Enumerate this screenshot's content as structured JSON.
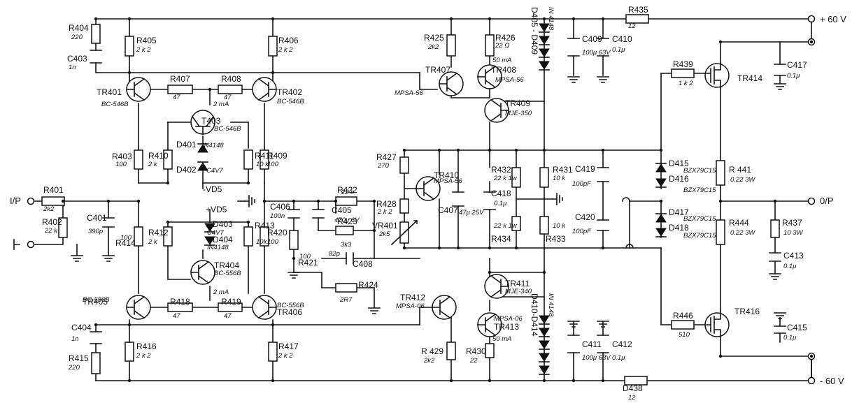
{
  "rails": {
    "pos": "+ 60 V",
    "neg": "- 60 V"
  },
  "io": {
    "input": "I/P",
    "output": "0/P"
  },
  "supply_labels": {
    "vd5_neg": "-VD5",
    "vd5_pos": "+VD5"
  },
  "currents": {
    "c1": "2 mA",
    "c2": "2 mA",
    "c3": "50 mA",
    "c4": "50 mA"
  },
  "resistors": [
    {
      "id": "R401",
      "ref": "R401",
      "val": "2k2"
    },
    {
      "id": "R402",
      "ref": "R402",
      "val": "22 k"
    },
    {
      "id": "R403",
      "ref": "R403",
      "val": "100"
    },
    {
      "id": "R404",
      "ref": "R404",
      "val": "220"
    },
    {
      "id": "R405",
      "ref": "R405",
      "val": "2 k 2"
    },
    {
      "id": "R406",
      "ref": "R406",
      "val": "2 k 2"
    },
    {
      "id": "R407",
      "ref": "R407",
      "val": "47"
    },
    {
      "id": "R408",
      "ref": "R408",
      "val": "47"
    },
    {
      "id": "R409",
      "ref": "R409",
      "val": "100"
    },
    {
      "id": "R410",
      "ref": "R410",
      "val": "2 k"
    },
    {
      "id": "R411",
      "ref": "R411",
      "val": "10 k"
    },
    {
      "id": "R412",
      "ref": "R412",
      "val": "2 k"
    },
    {
      "id": "R413",
      "ref": "R413",
      "val": "10k"
    },
    {
      "id": "R414",
      "ref": "R414",
      "val": "100"
    },
    {
      "id": "R415",
      "ref": "R415",
      "val": "220"
    },
    {
      "id": "R416",
      "ref": "R416",
      "val": "2 k 2"
    },
    {
      "id": "R417",
      "ref": "R417",
      "val": "2 k 2"
    },
    {
      "id": "R418",
      "ref": "R418",
      "val": "47"
    },
    {
      "id": "R419",
      "ref": "R419",
      "val": "47"
    },
    {
      "id": "R420",
      "ref": "R420",
      "val": "100"
    },
    {
      "id": "R421",
      "ref": "R421",
      "val": "100"
    },
    {
      "id": "R422",
      "ref": "R422",
      "val": "22 k"
    },
    {
      "id": "R423",
      "ref": "R423",
      "val": "3k3"
    },
    {
      "id": "R424",
      "ref": "R424",
      "val": "2R7"
    },
    {
      "id": "R425",
      "ref": "R425",
      "val": "2k2"
    },
    {
      "id": "R426",
      "ref": "R426",
      "val": "22 Ω"
    },
    {
      "id": "R427",
      "ref": "R427",
      "val": "270"
    },
    {
      "id": "R428",
      "ref": "R428",
      "val": "2 k 2"
    },
    {
      "id": "R429",
      "ref": "R 429",
      "val": "2k2"
    },
    {
      "id": "R430",
      "ref": "R430",
      "val": "22"
    },
    {
      "id": "R431",
      "ref": "R431",
      "val": "10 k"
    },
    {
      "id": "R432",
      "ref": "R432",
      "val": "22 k 1w"
    },
    {
      "id": "R433",
      "ref": "R433",
      "val": "10 k"
    },
    {
      "id": "R434",
      "ref": "R434",
      "val": "22 k 1w"
    },
    {
      "id": "R435",
      "ref": "R435",
      "val": "12"
    },
    {
      "id": "R437",
      "ref": "R437",
      "val": "10 3W"
    },
    {
      "id": "R439",
      "ref": "R439",
      "val": "1 k 2"
    },
    {
      "id": "R441",
      "ref": "R 441",
      "val": "0.22 3W"
    },
    {
      "id": "R444",
      "ref": "R444",
      "val": "0.22 3W"
    },
    {
      "id": "R446",
      "ref": "R446",
      "val": "510"
    },
    {
      "id": "D438",
      "ref": "D438",
      "val": "12"
    }
  ],
  "capacitors": [
    {
      "id": "C401",
      "ref": "C401",
      "val": "390p"
    },
    {
      "id": "C403",
      "ref": "C403",
      "val": "1n"
    },
    {
      "id": "C404",
      "ref": "C404",
      "val": "1n"
    },
    {
      "id": "C405",
      "ref": "C405",
      "val": "470μ 6V"
    },
    {
      "id": "C406",
      "ref": "C406",
      "val": "100n"
    },
    {
      "id": "C407",
      "ref": "C407",
      "val": "47μ 25V"
    },
    {
      "id": "C408",
      "ref": "C408",
      "val": "82p"
    },
    {
      "id": "C409",
      "ref": "C409",
      "val": "100μ 63V"
    },
    {
      "id": "C410",
      "ref": "C410",
      "val": "0.1μ"
    },
    {
      "id": "C411",
      "ref": "C411",
      "val": "100μ 63V"
    },
    {
      "id": "C412",
      "ref": "C412",
      "val": "0.1μ"
    },
    {
      "id": "C413",
      "ref": "C413",
      "val": "0.1μ"
    },
    {
      "id": "C415",
      "ref": "C415",
      "val": "0.1μ"
    },
    {
      "id": "C417",
      "ref": "C417",
      "val": "0.1μ"
    },
    {
      "id": "C418",
      "ref": "C418",
      "val": "0.1μ"
    },
    {
      "id": "C419",
      "ref": "C419",
      "val": "100pF"
    },
    {
      "id": "C420",
      "ref": "C420",
      "val": "100pF"
    }
  ],
  "transistors": [
    {
      "id": "TR401",
      "ref": "TR401",
      "val": "BC-546B"
    },
    {
      "id": "TR402",
      "ref": "TR402",
      "val": "BC-546B"
    },
    {
      "id": "TR403",
      "ref": "T403",
      "val": "BC-546B"
    },
    {
      "id": "TR404",
      "ref": "TR404",
      "val": "BC-556B"
    },
    {
      "id": "TR405",
      "ref": "TR405",
      "val": "BC-556B"
    },
    {
      "id": "TR406",
      "ref": "TR406",
      "val": "BC-556B"
    },
    {
      "id": "TR407",
      "ref": "TR407",
      "val": "MPSA-56"
    },
    {
      "id": "TR408",
      "ref": "TR408",
      "val": "MPSA-56"
    },
    {
      "id": "TR409",
      "ref": "TR409",
      "val": "MJE-350"
    },
    {
      "id": "TR410",
      "ref": "TR410",
      "val": "MPSA-56"
    },
    {
      "id": "TR411",
      "ref": "TR411",
      "val": "MJE-340"
    },
    {
      "id": "TR412",
      "ref": "TR412",
      "val": "MPSA-06"
    },
    {
      "id": "TR413",
      "ref": "TR413",
      "val": "MPSA-06"
    },
    {
      "id": "TR414",
      "ref": "TR414",
      "val": ""
    },
    {
      "id": "TR416",
      "ref": "TR416",
      "val": ""
    }
  ],
  "diodes": [
    {
      "id": "D401",
      "ref": "D401",
      "val": "IN4148"
    },
    {
      "id": "D402",
      "ref": "D402",
      "val": "C4V7"
    },
    {
      "id": "D403",
      "ref": "D403",
      "val": "C4V7"
    },
    {
      "id": "D404",
      "ref": "D404",
      "val": "IN4148"
    },
    {
      "id": "D405",
      "ref": "D405 - D409",
      "val": "IN 4148"
    },
    {
      "id": "D410",
      "ref": "D410-D414",
      "val": "IN 4148"
    },
    {
      "id": "D415",
      "ref": "D415",
      "val": "BZX79C15"
    },
    {
      "id": "D416",
      "ref": "D416",
      "val": "BZX79C15"
    },
    {
      "id": "D417",
      "ref": "D417",
      "val": "BZX79C15"
    },
    {
      "id": "D418",
      "ref": "D418",
      "val": "BZX79C15"
    }
  ],
  "misc": {
    "vr401_ref": "VR401",
    "vr401_val": "2k5"
  }
}
